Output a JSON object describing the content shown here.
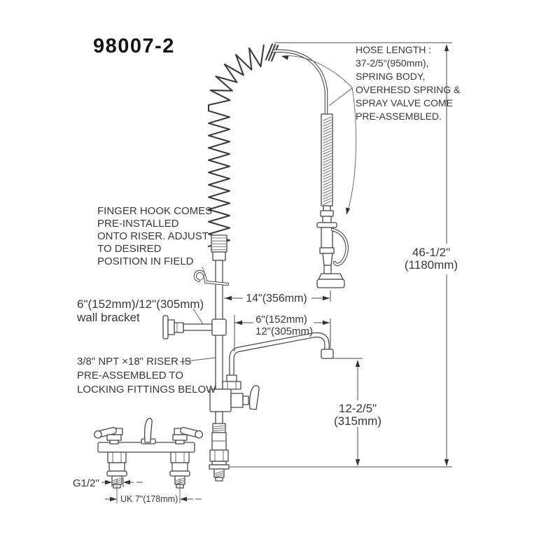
{
  "title": "98007-2",
  "colors": {
    "line": "#474747",
    "text": "#383838",
    "title": "#141414"
  },
  "annotations": {
    "hose_length": {
      "lines": [
        "HOSE LENGTH :",
        "37-2/5\"(950mm),",
        "SPRING BODY,",
        "OVERHESD SPRING &",
        "SPRAY VALVE COME",
        "PRE-ASSEMBLED."
      ]
    },
    "finger_hook": {
      "lines": [
        "FINGER HOOK COMES",
        "PRE-INSTALLED",
        "ONTO RISER. ADJUST",
        "TO DESIRED",
        "POSITION IN FIELD"
      ]
    },
    "wall_bracket": {
      "lines": [
        "6\"(152mm)/12\"(305mm)",
        "wall bracket"
      ]
    },
    "riser_note": {
      "lines": [
        "3/8\" NPT ×18\" RISER IS",
        "PRE-ASSEMBLED TO",
        "LOCKING FITTINGS BELOW"
      ]
    }
  },
  "dimensions": {
    "hose_span": "14\"(356mm)",
    "spout_6": "6\"(152mm)",
    "spout_12": "12\"(305mm)",
    "overall_height_in": "46-1/2\"",
    "overall_height_mm": "(1180mm)",
    "spout_height_in": "12-2/5\"",
    "spout_height_mm": "(315mm)",
    "inlet_thread": "G1/2\"",
    "inlet_spacing": "UK 7\"(178mm)"
  }
}
